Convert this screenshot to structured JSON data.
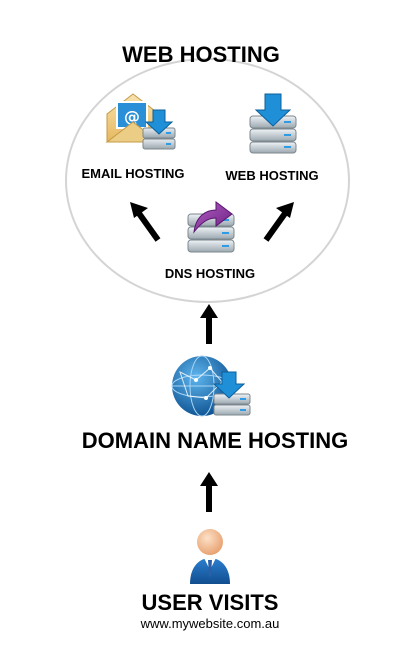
{
  "diagram": {
    "title": "WEB HOSTING",
    "services": {
      "email": "EMAIL HOSTING",
      "web": "WEB HOSTING",
      "dns": "DNS HOSTING"
    },
    "domain_label": "DOMAIN NAME HOSTING",
    "user_label": "USER VISITS",
    "website_url": "www.mywebsite.com.au"
  },
  "icons": {
    "email": "email-server-icon",
    "web": "web-server-icon",
    "dns": "dns-server-icon",
    "domain": "globe-server-icon",
    "user": "user-icon"
  },
  "colors": {
    "arrow": "#000000",
    "circle_border": "#d4d4d4",
    "server_blue": "#1f8fd8",
    "dns_purple": "#8a2f9c"
  }
}
